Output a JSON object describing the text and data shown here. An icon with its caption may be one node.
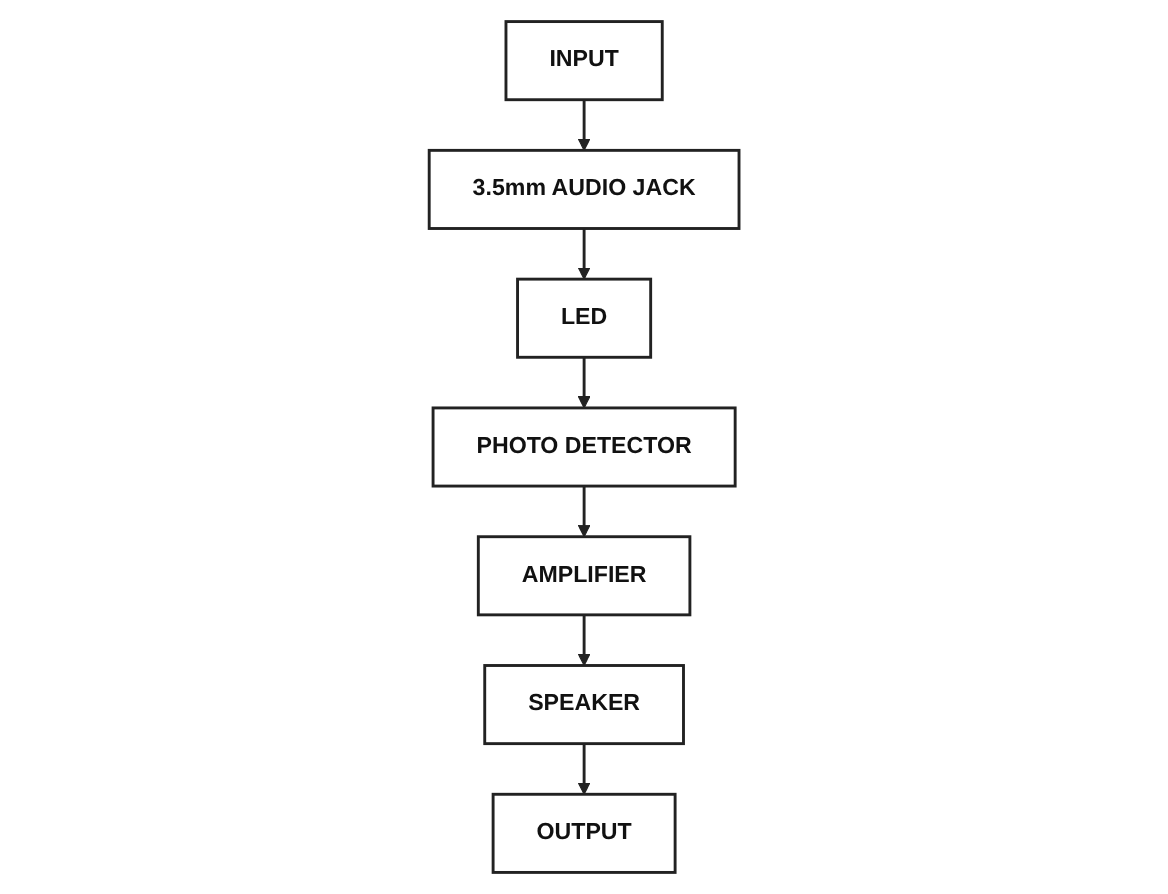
{
  "diagram": {
    "nodes": [
      {
        "text": [
          "INPUT"
        ]
      },
      {
        "text": [
          "3.5mm AUDIO JACK"
        ]
      },
      {
        "text": [
          "LED"
        ]
      },
      {
        "text": [
          "PHOTO DETECTOR"
        ]
      },
      {
        "text": [
          "AMPLIFIER"
        ]
      },
      {
        "text": [
          "SPEAKER"
        ]
      },
      {
        "text": [
          "OUTPUT"
        ]
      }
    ],
    "edges": [
      {
        "from": 0,
        "to": 1,
        "arrow": "to"
      },
      {
        "from": 1,
        "to": 2,
        "arrow": "to"
      },
      {
        "from": 2,
        "to": 3,
        "arrow": "to"
      },
      {
        "from": 3,
        "to": 4,
        "arrow": "to"
      },
      {
        "from": 4,
        "to": 5,
        "arrow": "to"
      },
      {
        "from": 5,
        "to": 6,
        "arrow": "to"
      }
    ]
  }
}
